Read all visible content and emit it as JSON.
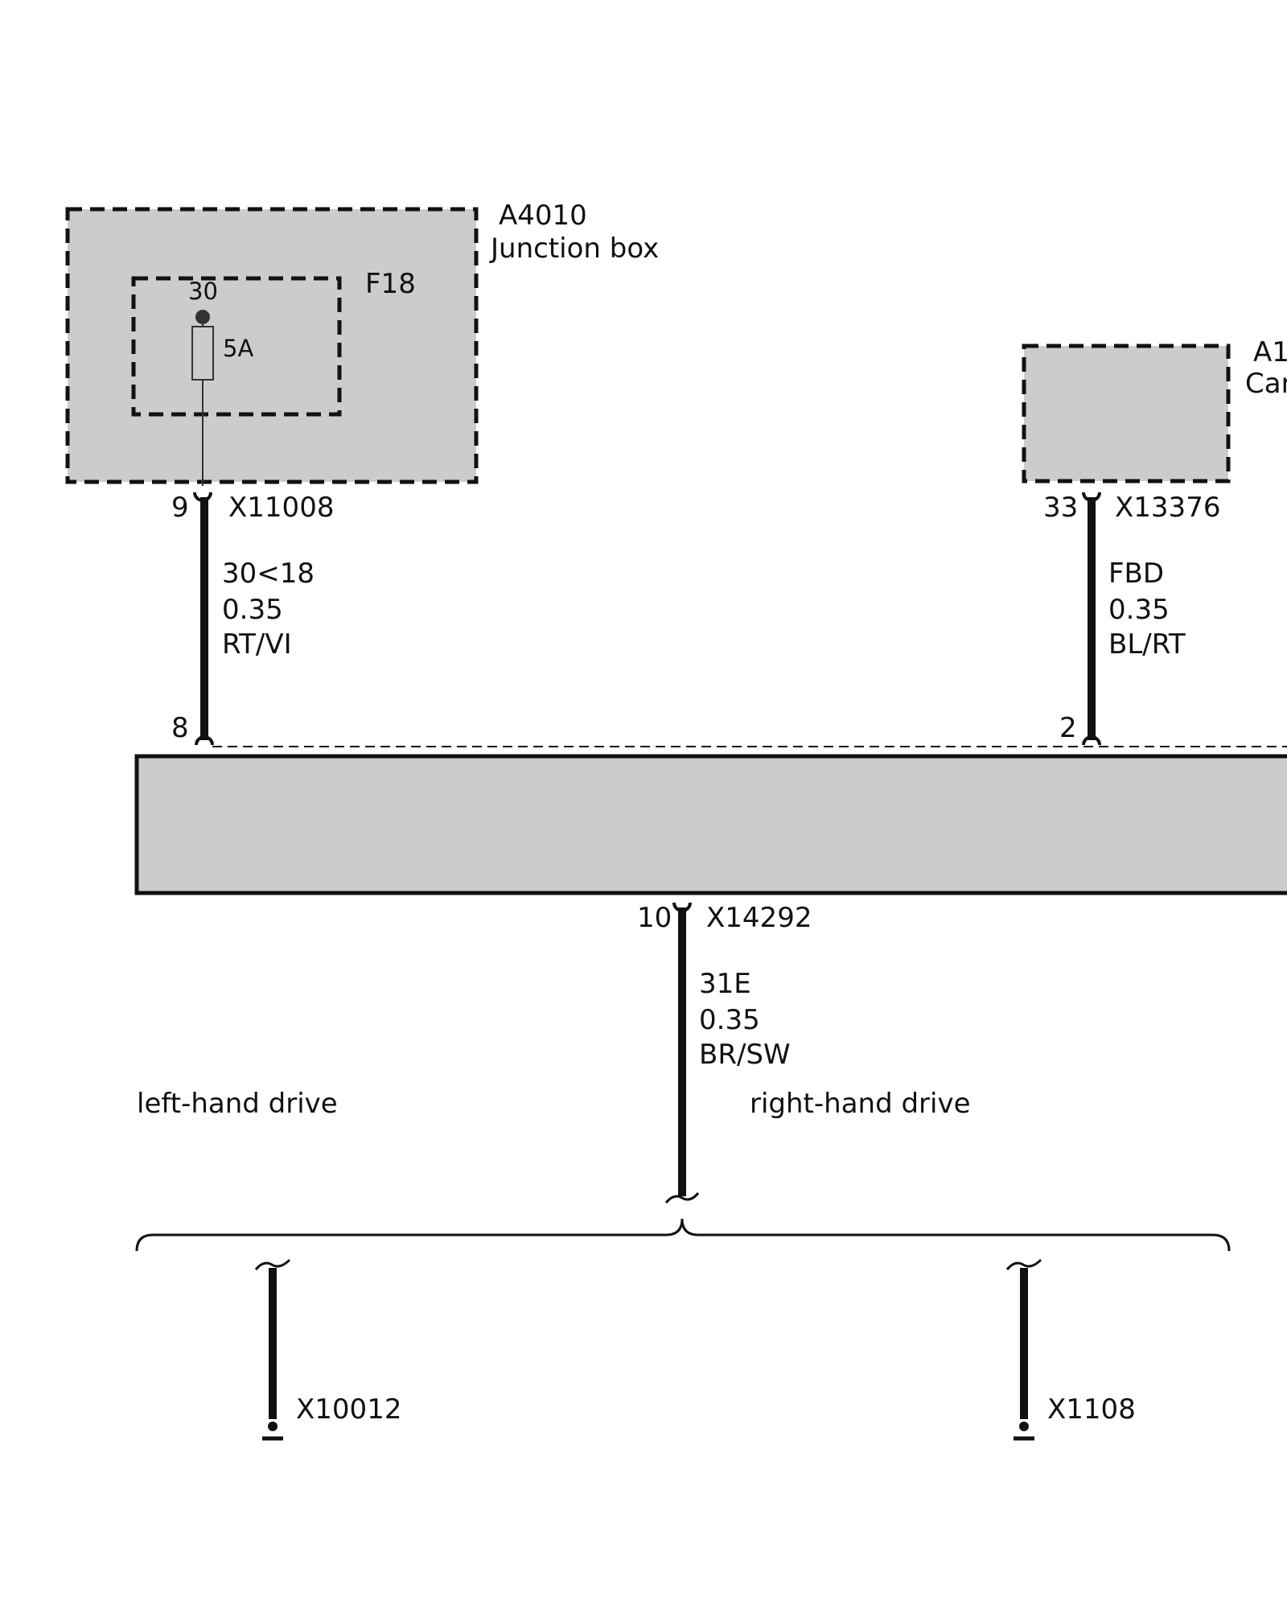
{
  "components": {
    "junction_box": {
      "id": "A4010",
      "name": "Junction box"
    },
    "fuse": {
      "id": "F18",
      "terminal": "30",
      "rating": "5A"
    },
    "right_module": {
      "id_partial": "A1",
      "name_partial": "Car"
    }
  },
  "connectors": {
    "top_left": {
      "pin": "9",
      "name": "X11008"
    },
    "top_right": {
      "pin": "33",
      "name": "X13376"
    },
    "bus_left_pin": "8",
    "bus_right_pin": "2",
    "bottom": {
      "pin": "10",
      "name": "X14292"
    }
  },
  "wires": {
    "left": {
      "signal": "30<18",
      "gauge": "0.35",
      "color": "RT/VI"
    },
    "right": {
      "signal": "FBD",
      "gauge": "0.35",
      "color": "BL/RT"
    },
    "bottom": {
      "signal": "31E",
      "gauge": "0.35",
      "color": "BR/SW"
    }
  },
  "variants": {
    "left_label": "left-hand drive",
    "right_label": "right-hand drive"
  },
  "grounds": {
    "left": "X10012",
    "right": "X1108"
  },
  "colors": {
    "component_fill": "#cccccc",
    "line": "#111111",
    "background": "#ffffff"
  }
}
